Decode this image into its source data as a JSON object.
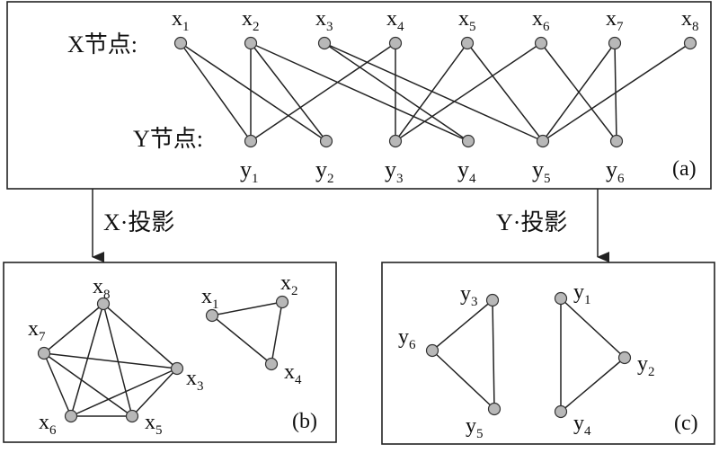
{
  "panel_a": {
    "row_x_label": "X节点:",
    "row_y_label": "Y节点:",
    "tag": "(a)",
    "x_nodes": [
      {
        "id": "x1",
        "base": "x",
        "sub": "1"
      },
      {
        "id": "x2",
        "base": "x",
        "sub": "2"
      },
      {
        "id": "x3",
        "base": "x",
        "sub": "3"
      },
      {
        "id": "x4",
        "base": "x",
        "sub": "4"
      },
      {
        "id": "x5",
        "base": "x",
        "sub": "5"
      },
      {
        "id": "x6",
        "base": "x",
        "sub": "6"
      },
      {
        "id": "x7",
        "base": "x",
        "sub": "7"
      },
      {
        "id": "x8",
        "base": "x",
        "sub": "8"
      }
    ],
    "y_nodes": [
      {
        "id": "y1",
        "base": "y",
        "sub": "1"
      },
      {
        "id": "y2",
        "base": "y",
        "sub": "2"
      },
      {
        "id": "y3",
        "base": "y",
        "sub": "3"
      },
      {
        "id": "y4",
        "base": "y",
        "sub": "4"
      },
      {
        "id": "y5",
        "base": "y",
        "sub": "5"
      },
      {
        "id": "y6",
        "base": "y",
        "sub": "6"
      }
    ],
    "edges": [
      [
        "x1",
        "y1"
      ],
      [
        "x1",
        "y2"
      ],
      [
        "x2",
        "y1"
      ],
      [
        "x2",
        "y2"
      ],
      [
        "x2",
        "y4"
      ],
      [
        "x3",
        "y4"
      ],
      [
        "x3",
        "y5"
      ],
      [
        "x4",
        "y1"
      ],
      [
        "x4",
        "y3"
      ],
      [
        "x5",
        "y3"
      ],
      [
        "x5",
        "y5"
      ],
      [
        "x6",
        "y3"
      ],
      [
        "x6",
        "y6"
      ],
      [
        "x7",
        "y5"
      ],
      [
        "x7",
        "y6"
      ],
      [
        "x8",
        "y5"
      ]
    ]
  },
  "projections": {
    "x_label": "X·投影",
    "y_label": "Y·投影"
  },
  "panel_b": {
    "tag": "(b)",
    "nodes": [
      {
        "id": "x8",
        "base": "x",
        "sub": "8"
      },
      {
        "id": "x7",
        "base": "x",
        "sub": "7"
      },
      {
        "id": "x3",
        "base": "x",
        "sub": "3"
      },
      {
        "id": "x6",
        "base": "x",
        "sub": "6"
      },
      {
        "id": "x5",
        "base": "x",
        "sub": "5"
      },
      {
        "id": "x1",
        "base": "x",
        "sub": "1"
      },
      {
        "id": "x2",
        "base": "x",
        "sub": "2"
      },
      {
        "id": "x4",
        "base": "x",
        "sub": "4"
      }
    ],
    "edges": [
      [
        "x8",
        "x7"
      ],
      [
        "x8",
        "x3"
      ],
      [
        "x8",
        "x6"
      ],
      [
        "x8",
        "x5"
      ],
      [
        "x7",
        "x3"
      ],
      [
        "x7",
        "x6"
      ],
      [
        "x7",
        "x5"
      ],
      [
        "x3",
        "x6"
      ],
      [
        "x3",
        "x5"
      ],
      [
        "x6",
        "x5"
      ],
      [
        "x1",
        "x2"
      ],
      [
        "x2",
        "x4"
      ],
      [
        "x1",
        "x4"
      ]
    ]
  },
  "panel_c": {
    "tag": "(c)",
    "nodes": [
      {
        "id": "y3",
        "base": "y",
        "sub": "3"
      },
      {
        "id": "y6",
        "base": "y",
        "sub": "6"
      },
      {
        "id": "y5",
        "base": "y",
        "sub": "5"
      },
      {
        "id": "y1",
        "base": "y",
        "sub": "1"
      },
      {
        "id": "y2",
        "base": "y",
        "sub": "2"
      },
      {
        "id": "y4",
        "base": "y",
        "sub": "4"
      }
    ],
    "edges": [
      [
        "y3",
        "y6"
      ],
      [
        "y3",
        "y5"
      ],
      [
        "y6",
        "y5"
      ],
      [
        "y1",
        "y2"
      ],
      [
        "y1",
        "y4"
      ],
      [
        "y2",
        "y4"
      ]
    ]
  },
  "colors": {
    "node_fill": "#b8b8b8",
    "line": "#222222",
    "background": "#ffffff"
  }
}
